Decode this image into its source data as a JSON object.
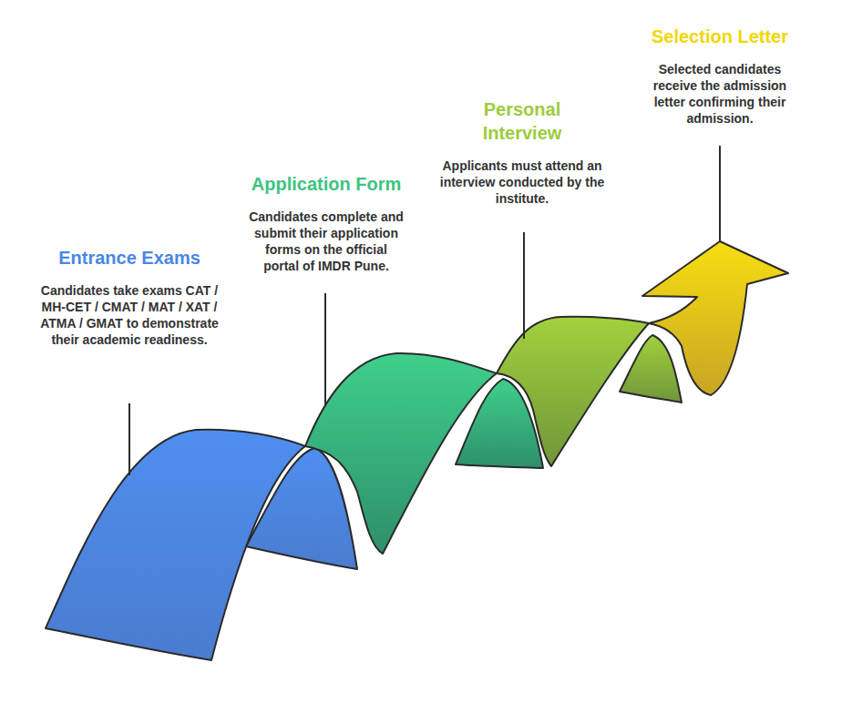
{
  "diagram": {
    "nodes": [
      {
        "text": [
          "Entrance Exams",
          "Candidates take exams CAT / MH-CET / CMAT / MAT / XAT / ATMA / GMAT to demonstrate their academic readiness."
        ]
      },
      {
        "text": [
          "Application Form",
          "Candidates complete and submit their application forms on the official portal of IMDR Pune."
        ]
      },
      {
        "text": [
          "Personal Interview",
          "Applicants must attend an interview conducted by the institute."
        ]
      },
      {
        "text": [
          "Selection Letter",
          "Selected candidates receive the admission letter confirming their admission."
        ]
      }
    ]
  }
}
